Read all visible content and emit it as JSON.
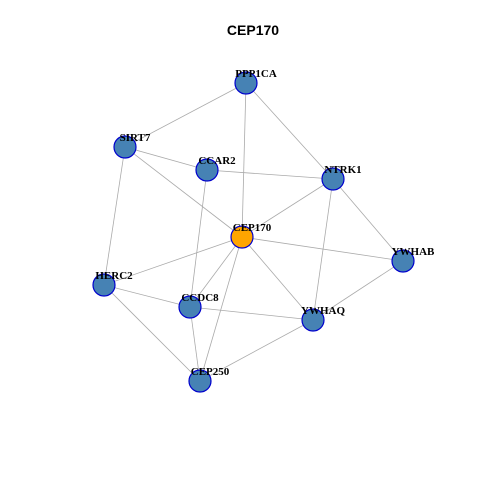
{
  "title": "CEP170",
  "colors": {
    "center_fill": "#FFA500",
    "node_fill": "#4682B4",
    "node_stroke": "#0000CD",
    "edge": "#AAAAAA"
  },
  "center": "CEP170",
  "nodes": [
    {
      "id": "PPP1CA",
      "label": "PPP1CA"
    },
    {
      "id": "SIRT7",
      "label": "SIRT7"
    },
    {
      "id": "CCAR2",
      "label": "CCAR2"
    },
    {
      "id": "NTRK1",
      "label": "NTRK1"
    },
    {
      "id": "CEP170",
      "label": "CEP170"
    },
    {
      "id": "YWHAB",
      "label": "YWHAB"
    },
    {
      "id": "HERC2",
      "label": "HERC2"
    },
    {
      "id": "CCDC8",
      "label": "CCDC8"
    },
    {
      "id": "YWHAQ",
      "label": "YWHAQ"
    },
    {
      "id": "CEP250",
      "label": "CEP250"
    }
  ],
  "edges": [
    [
      "PPP1CA",
      "SIRT7"
    ],
    [
      "PPP1CA",
      "CEP170"
    ],
    [
      "PPP1CA",
      "NTRK1"
    ],
    [
      "SIRT7",
      "CCAR2"
    ],
    [
      "SIRT7",
      "CEP170"
    ],
    [
      "SIRT7",
      "HERC2"
    ],
    [
      "CCAR2",
      "NTRK1"
    ],
    [
      "CCAR2",
      "CCDC8"
    ],
    [
      "NTRK1",
      "CEP170"
    ],
    [
      "NTRK1",
      "YWHAB"
    ],
    [
      "NTRK1",
      "YWHAQ"
    ],
    [
      "CEP170",
      "YWHAB"
    ],
    [
      "CEP170",
      "HERC2"
    ],
    [
      "CEP170",
      "CCDC8"
    ],
    [
      "CEP170",
      "YWHAQ"
    ],
    [
      "CEP170",
      "CEP250"
    ],
    [
      "YWHAB",
      "YWHAQ"
    ],
    [
      "HERC2",
      "CCDC8"
    ],
    [
      "HERC2",
      "CEP250"
    ],
    [
      "CCDC8",
      "YWHAQ"
    ],
    [
      "CCDC8",
      "CEP250"
    ],
    [
      "YWHAQ",
      "CEP250"
    ]
  ]
}
